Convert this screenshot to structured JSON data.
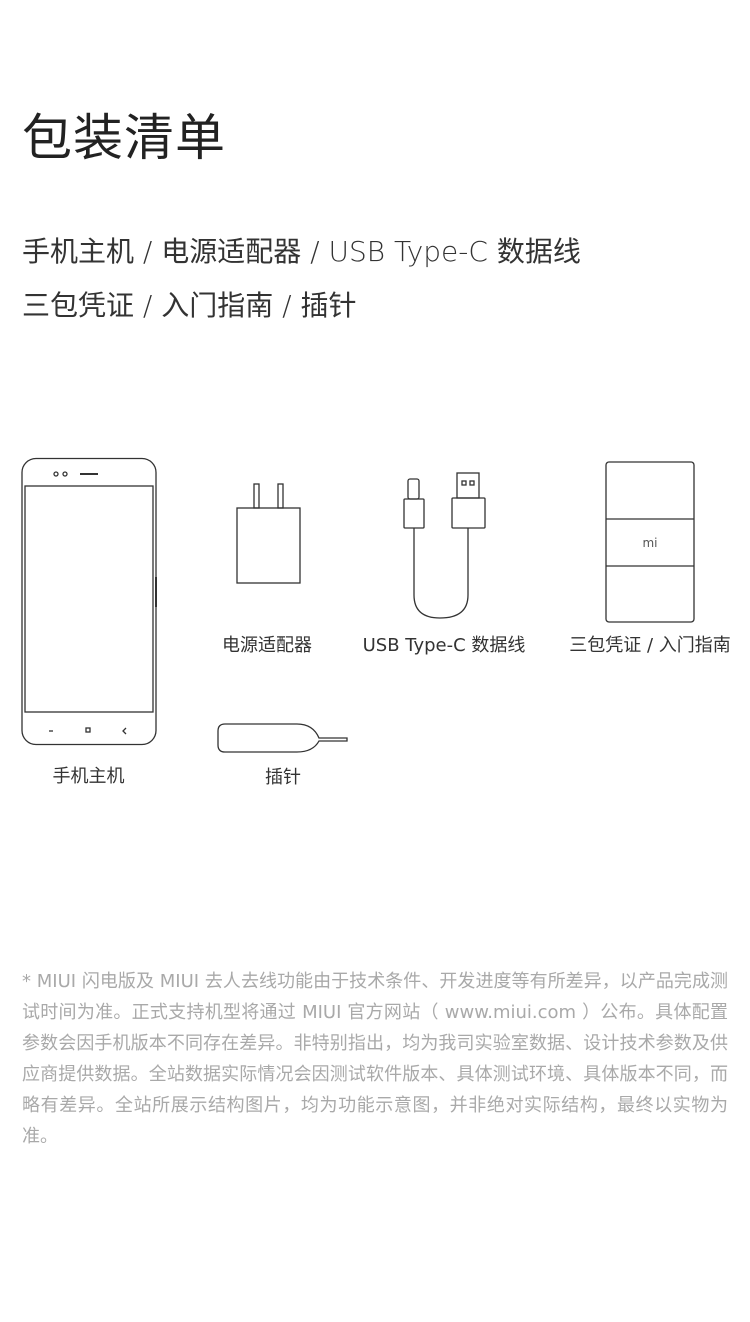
{
  "title": "包装清单",
  "summary": {
    "line1": "手机主机 / 电源适配器 /  USB Type-C 数据线",
    "line2": "三包凭证 / 入门指南 / 插针"
  },
  "items": {
    "phone": {
      "label": "手机主机",
      "icon": "phone-icon"
    },
    "adapter": {
      "label": "电源适配器",
      "icon": "power-adapter-icon"
    },
    "cable": {
      "label": "USB Type-C 数据线",
      "icon": "usb-cable-icon"
    },
    "booklet": {
      "label": "三包凭证 / 入门指南",
      "icon": "booklet-icon",
      "logo_text": "mi"
    },
    "pin": {
      "label": "插针",
      "icon": "sim-eject-pin-icon"
    }
  },
  "footnote": "* MIUI 闪电版及 MIUI 去人去线功能由于技术条件、开发进度等有所差异，以产品完成测试时间为准。正式支持机型将通过 MIUI 官方网站（ www.miui.com ）公布。具体配置参数会因手机版本不同存在差异。非特别指出，均为我司实验室数据、设计技术参数及供应商提供数据。全站数据实际情况会因测试软件版本、具体测试环境、具体版本不同，而略有差异。全站所展示结构图片，均为功能示意图，并非绝对实际结构，最终以实物为准。",
  "colors": {
    "text": "#222222",
    "footnote": "#a9a9a9",
    "line": "#333333"
  }
}
